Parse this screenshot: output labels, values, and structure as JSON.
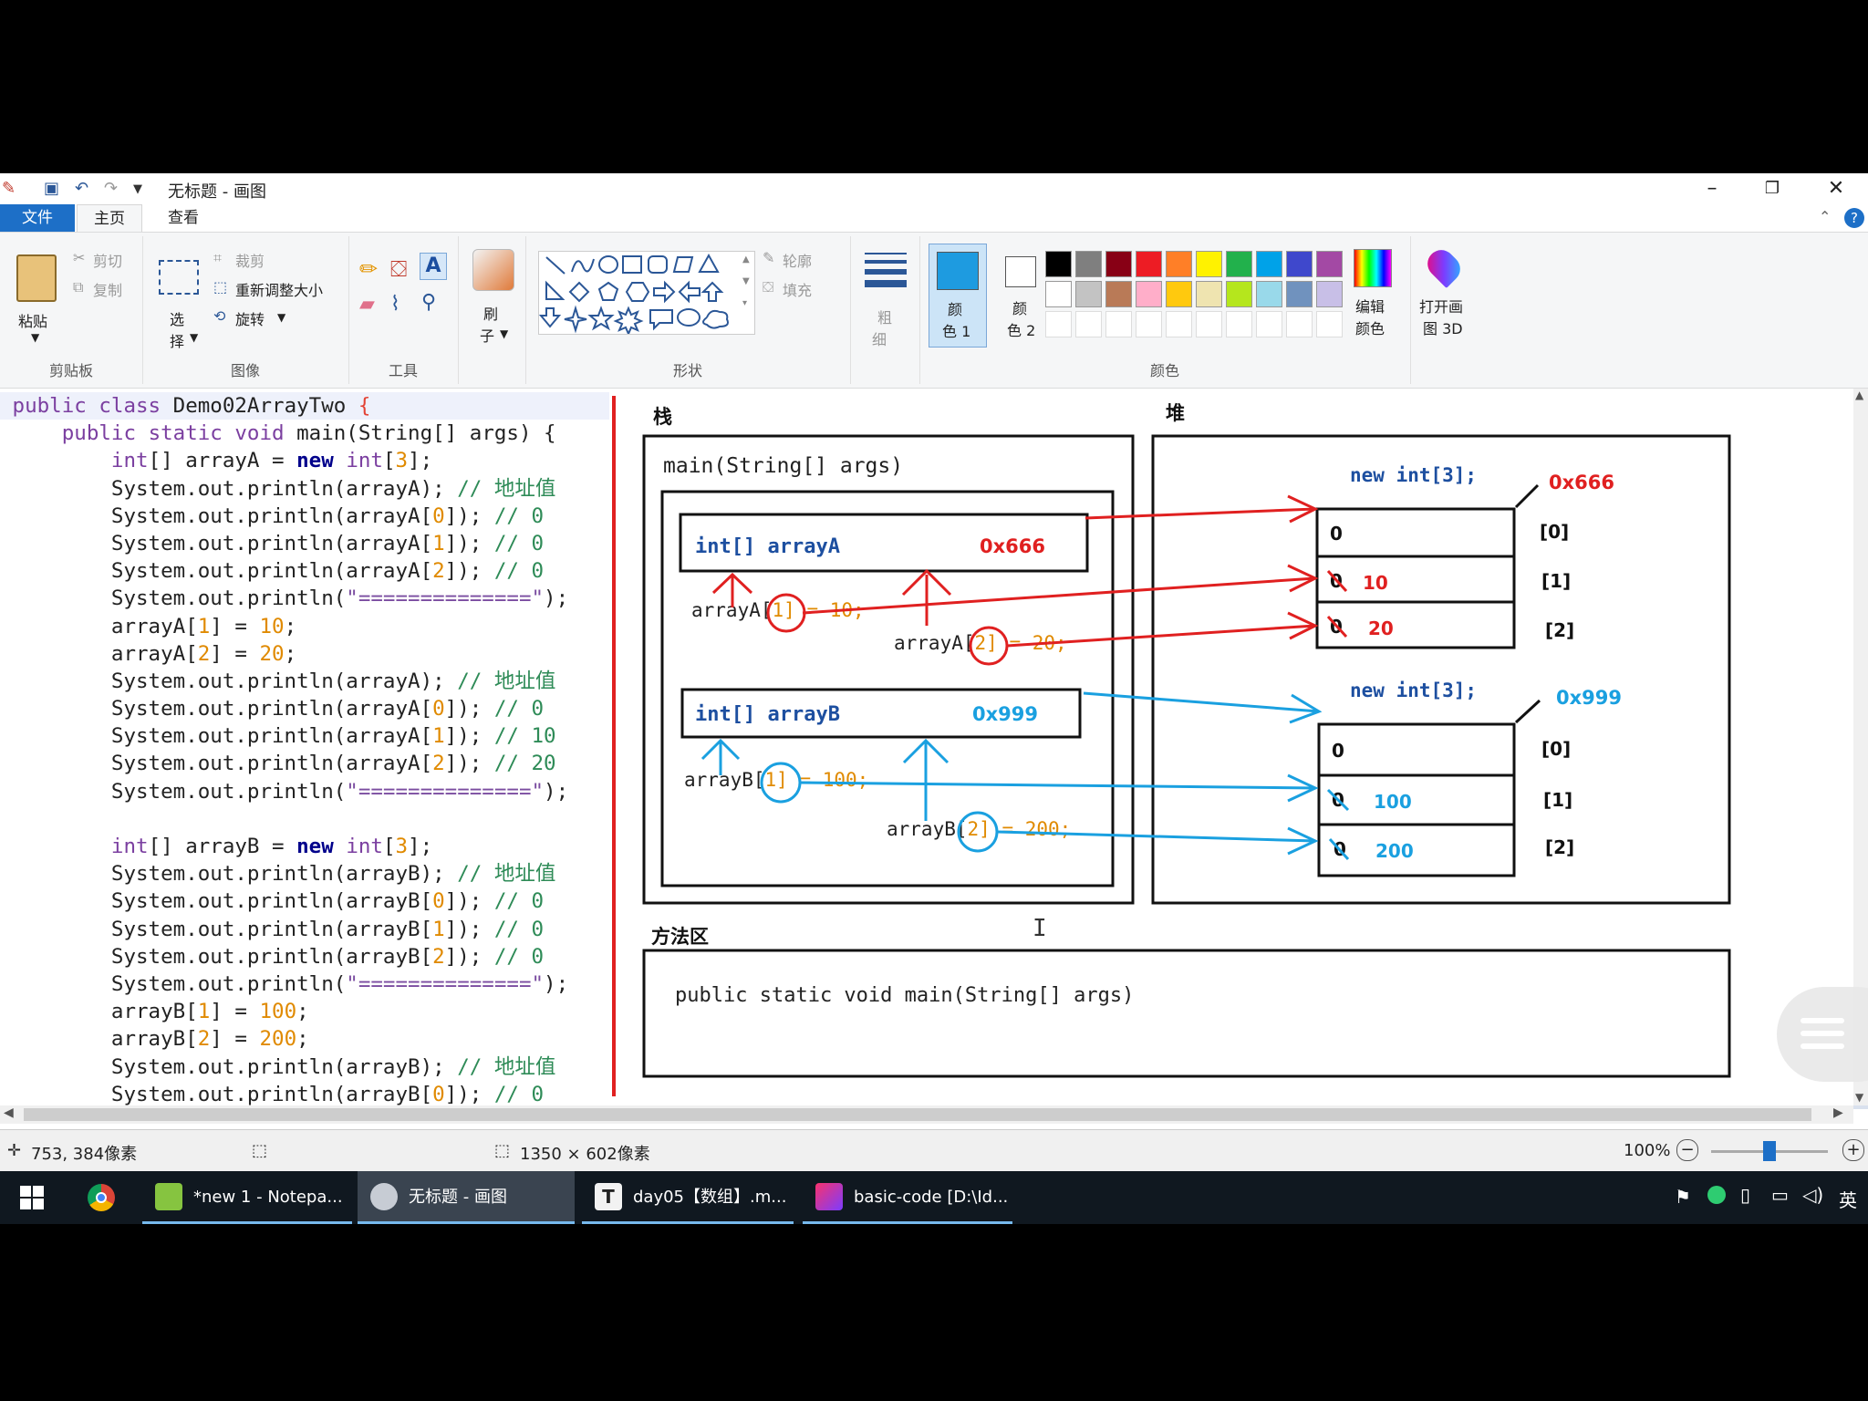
{
  "window": {
    "title": "无标题 - 画图"
  },
  "tabs": {
    "file": "文件",
    "home": "主页",
    "view": "查看"
  },
  "ribbon": {
    "clipboard": {
      "paste": "粘贴",
      "cut": "剪切",
      "copy": "复制",
      "group": "剪贴板"
    },
    "image": {
      "select_1": "选",
      "select_2": "择",
      "crop": "裁剪",
      "resize": "重新调整大小",
      "rotate": "旋转",
      "group": "图像"
    },
    "tools": {
      "group": "工具"
    },
    "brush": {
      "label_1": "刷",
      "label_2": "子"
    },
    "shapes": {
      "outline": "轮廓",
      "fill": "填充",
      "group": "形状"
    },
    "size": {
      "label_1": "粗",
      "label_2": "细"
    },
    "colors": {
      "color1_1": "颜",
      "color1_2": "色 1",
      "color2_1": "颜",
      "color2_2": "色 2",
      "edit_1": "编辑",
      "edit_2": "颜色",
      "group": "颜色",
      "color1_value": "#1e9be0",
      "palette_row1": [
        "#000000",
        "#7f7f7f",
        "#880015",
        "#ed1c24",
        "#ff7f27",
        "#fff200",
        "#22b14c",
        "#00a2e8",
        "#3f48cc",
        "#a349a4"
      ],
      "palette_row2": [
        "#ffffff",
        "#c3c3c3",
        "#b97a57",
        "#ffaec9",
        "#ffc90e",
        "#efe4b0",
        "#b5e61d",
        "#99d9ea",
        "#7092be",
        "#c8bfe7"
      ]
    },
    "paint3d": {
      "label_1": "打开画",
      "label_2": "图 3D"
    }
  },
  "code": {
    "lines": [
      "public class Demo02ArrayTwo {",
      "    public static void main(String[] args) {",
      "        int[] arrayA = new int[3];",
      "        System.out.println(arrayA); // 地址值",
      "        System.out.println(arrayA[0]); // 0",
      "        System.out.println(arrayA[1]); // 0",
      "        System.out.println(arrayA[2]); // 0",
      "        System.out.println(\"==============\");",
      "        arrayA[1] = 10;",
      "        arrayA[2] = 20;",
      "        System.out.println(arrayA); // 地址值",
      "        System.out.println(arrayA[0]); // 0",
      "        System.out.println(arrayA[1]); // 10",
      "        System.out.println(arrayA[2]); // 20",
      "        System.out.println(\"==============\");",
      "",
      "        int[] arrayB = new int[3];",
      "        System.out.println(arrayB); // 地址值",
      "        System.out.println(arrayB[0]); // 0",
      "        System.out.println(arrayB[1]); // 0",
      "        System.out.println(arrayB[2]); // 0",
      "        System.out.println(\"==============\");",
      "        arrayB[1] = 100;",
      "        arrayB[2] = 200;",
      "        System.out.println(arrayB); // 地址值",
      "        System.out.println(arrayB[0]); // 0"
    ]
  },
  "diagram": {
    "stack_label": "栈",
    "heap_label": "堆",
    "method_area_label": "方法区",
    "main_frame": "main(String[] args)",
    "var_a": "int[] arrayA",
    "addr_a": "0x666",
    "var_b": "int[] arrayB",
    "addr_b": "0x999",
    "assign_a1_pre": "arrayA[",
    "assign_a1_idx": "1",
    "assign_a1_post": "] = 10;",
    "assign_a2_pre": "arrayA[",
    "assign_a2_idx": "2",
    "assign_a2_post": "] = 20;",
    "assign_b1_pre": "arrayB[",
    "assign_b1_idx": "1",
    "assign_b1_post": "] = 100;",
    "assign_b2_pre": "arrayB[",
    "assign_b2_idx": "2",
    "assign_b2_post": "] = 200;",
    "new_a": "new int[3];",
    "new_b": "new int[3];",
    "heap_a": {
      "addr": "0x666",
      "cells": [
        "0",
        "0",
        "0"
      ],
      "new_values": [
        "",
        "10",
        "20"
      ],
      "indices": [
        "[0]",
        "[1]",
        "[2]"
      ]
    },
    "heap_b": {
      "addr": "0x999",
      "cells": [
        "0",
        "0",
        "0"
      ],
      "new_values": [
        "",
        "100",
        "200"
      ],
      "indices": [
        "[0]",
        "[1]",
        "[2]"
      ]
    },
    "method_sig": "public static void main(String[] args)"
  },
  "status": {
    "cursor": "753, 384像素",
    "size": "1350 × 602像素",
    "zoom": "100%",
    "zoom_level": 0.5
  },
  "taskbar": {
    "items": [
      {
        "label": "*new 1 - Notepa..."
      },
      {
        "label": "无标题 - 画图"
      },
      {
        "label": "day05【数组】.m..."
      },
      {
        "label": "basic-code [D:\\Id..."
      }
    ],
    "ime": "英"
  }
}
